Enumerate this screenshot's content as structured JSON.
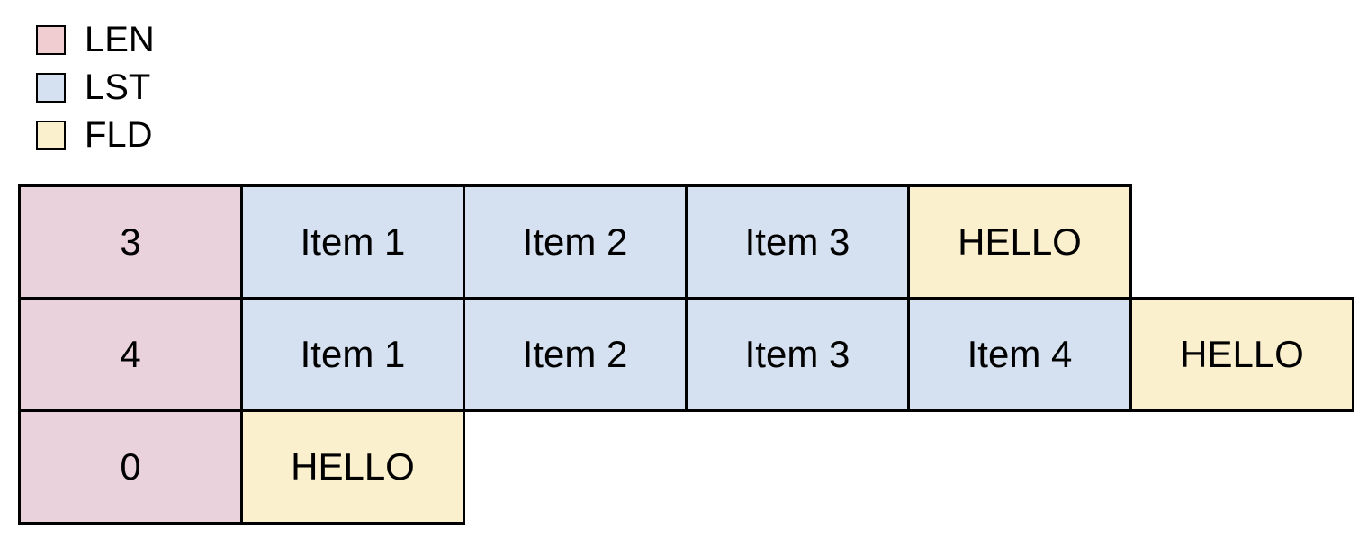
{
  "legend": {
    "items": [
      {
        "label": "LEN",
        "color": "#f0cdd0"
      },
      {
        "label": "LST",
        "color": "#d5e1f0"
      },
      {
        "label": "FLD",
        "color": "#faf0cd"
      }
    ]
  },
  "cell_colors": {
    "LEN": "#ead2dc",
    "LST": "#d5e1f0",
    "FLD": "#faf0cd",
    "border": "#000000",
    "background": "#ffffff"
  },
  "rows": [
    {
      "cells": [
        {
          "type": "LEN",
          "text": "3"
        },
        {
          "type": "LST",
          "text": "Item 1"
        },
        {
          "type": "LST",
          "text": "Item 2"
        },
        {
          "type": "LST",
          "text": "Item 3"
        },
        {
          "type": "FLD",
          "text": "HELLO"
        }
      ]
    },
    {
      "cells": [
        {
          "type": "LEN",
          "text": "4"
        },
        {
          "type": "LST",
          "text": "Item 1"
        },
        {
          "type": "LST",
          "text": "Item 2"
        },
        {
          "type": "LST",
          "text": "Item 3"
        },
        {
          "type": "LST",
          "text": "Item 4"
        },
        {
          "type": "FLD",
          "text": "HELLO"
        }
      ]
    },
    {
      "cells": [
        {
          "type": "LEN",
          "text": "0"
        },
        {
          "type": "FLD",
          "text": "HELLO"
        }
      ]
    }
  ]
}
